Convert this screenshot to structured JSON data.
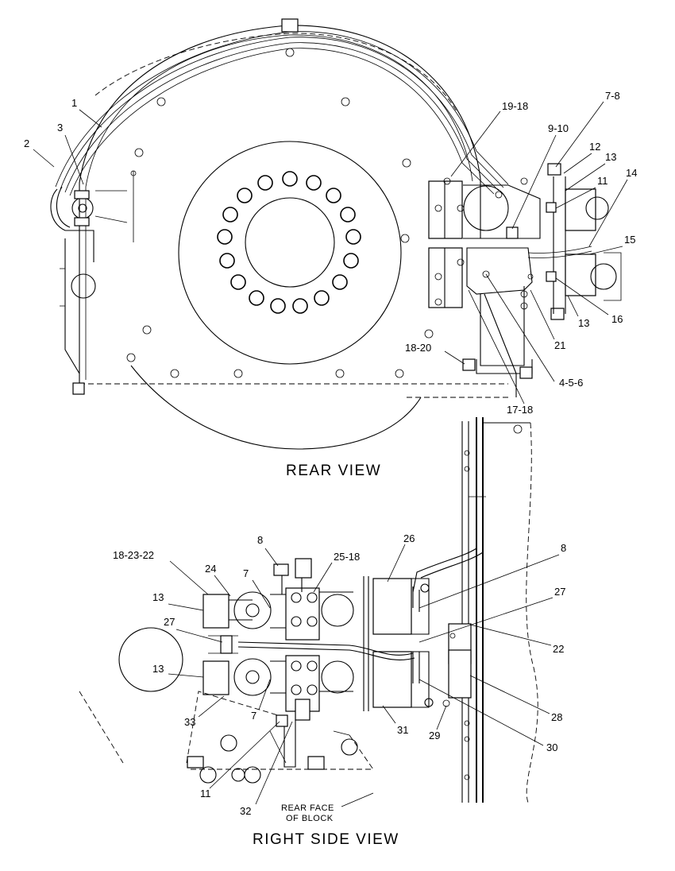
{
  "views": {
    "rear": {
      "title": "REAR VIEW",
      "callouts": {
        "c1": "1",
        "c2": "2",
        "c3": "3",
        "c4": "4-5-6",
        "c7": "7-8",
        "c9": "9-10",
        "c11": "11",
        "c12": "12",
        "c13a": "13",
        "c13b": "13",
        "c14": "14",
        "c15": "15",
        "c16": "16",
        "c17": "17-18",
        "c18": "18-20",
        "c19": "19-18",
        "c21": "21"
      }
    },
    "right_side": {
      "title": "RIGHT SIDE VIEW",
      "note_line1": "REAR FACE",
      "note_line2": "OF BLOCK",
      "callouts": {
        "c8a": "8",
        "c8b": "8",
        "c18_23_22": "18-23-22",
        "c24": "24",
        "c7a": "7",
        "c7b": "7",
        "c25": "25-18",
        "c26": "26",
        "c27a": "27",
        "c27b": "27",
        "c13a": "13",
        "c13b": "13",
        "c22": "22",
        "c28": "28",
        "c29": "29",
        "c30": "30",
        "c31": "31",
        "c32": "32",
        "c33": "33",
        "c11": "11"
      }
    }
  }
}
